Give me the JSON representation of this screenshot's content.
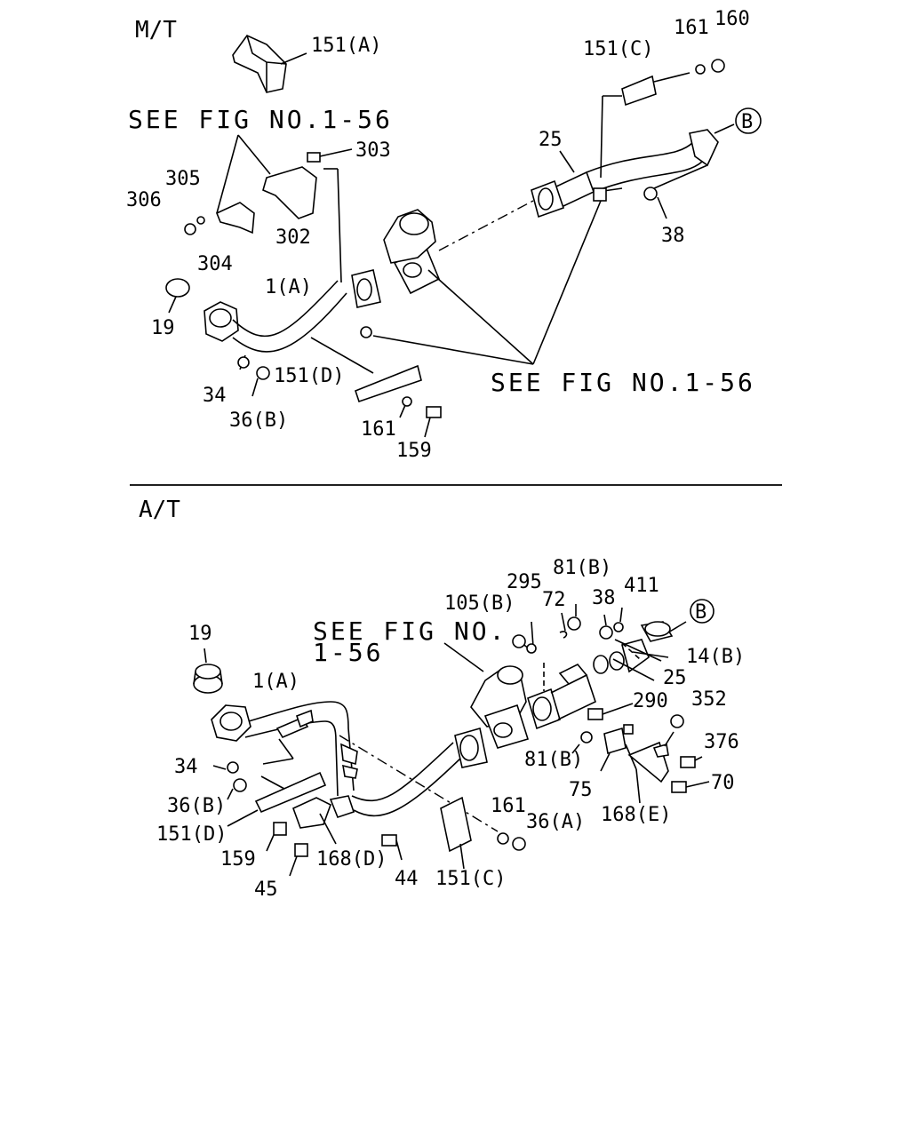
{
  "sections": [
    {
      "id": "mt",
      "label": "M/T"
    },
    {
      "id": "at",
      "label": "A/T"
    }
  ],
  "notes": {
    "mt_note_top": "SEE FIG NO.1-56",
    "mt_note_bottom": "SEE FIG NO.1-56",
    "at_note_line1": "SEE FIG NO.",
    "at_note_line2": "1-56"
  },
  "callouts_mt": [
    "151(A)",
    "151(C)",
    "161",
    "160",
    "303",
    "305",
    "306",
    "302",
    "304",
    "25",
    "38",
    "19",
    "1(A)",
    "34",
    "151(D)",
    "36(B)",
    "161",
    "159"
  ],
  "callouts_at": [
    "19",
    "295",
    "81(B)",
    "105(B)",
    "72",
    "38",
    "411",
    "1(A)",
    "14(B)",
    "25",
    "290",
    "352",
    "34",
    "81(B)",
    "376",
    "36(B)",
    "75",
    "70",
    "168(E)",
    "161",
    "36(A)",
    "151(D)",
    "159",
    "168(D)",
    "44",
    "151(C)",
    "45"
  ],
  "connector_marks": {
    "mt": "B",
    "at": "B"
  }
}
